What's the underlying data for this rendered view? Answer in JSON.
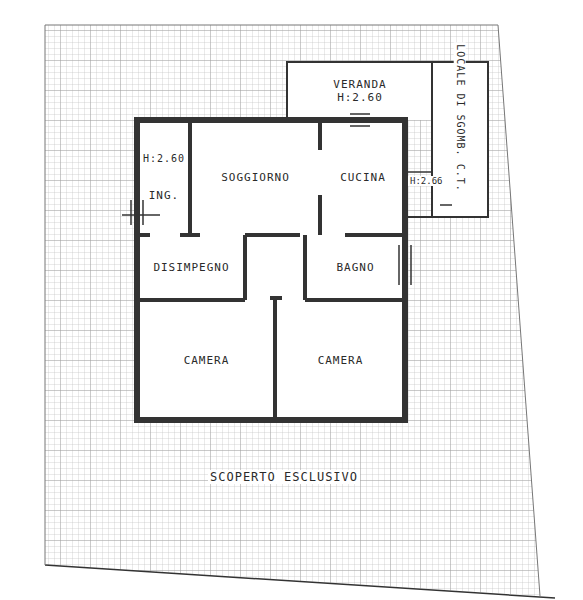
{
  "diagram": {
    "nodes": [
      {
        "text": [
          "SCOPERTO ESCLUSIVO"
        ]
      },
      {
        "text": [
          "VERANDA",
          "H:2.60"
        ],
        "in": 0
      },
      {
        "text": [
          "LOCALE DI SGOMB. C.T."
        ],
        "in": 0
      },
      {
        "text": [
          "H:2.60",
          "ING."
        ],
        "in": 0
      },
      {
        "text": [
          "SOGGIORNO"
        ],
        "in": 0
      },
      {
        "text": [
          "CUCINA"
        ],
        "in": 0
      },
      {
        "text": [
          "DISIMPEGNO"
        ],
        "in": 0
      },
      {
        "text": [
          "BAGNO"
        ],
        "in": 0
      },
      {
        "text": [
          "CAMERA"
        ],
        "in": 0
      },
      {
        "text": [
          "CAMERA"
        ],
        "in": 0
      }
    ],
    "labels": [
      "H:2.66"
    ]
  }
}
